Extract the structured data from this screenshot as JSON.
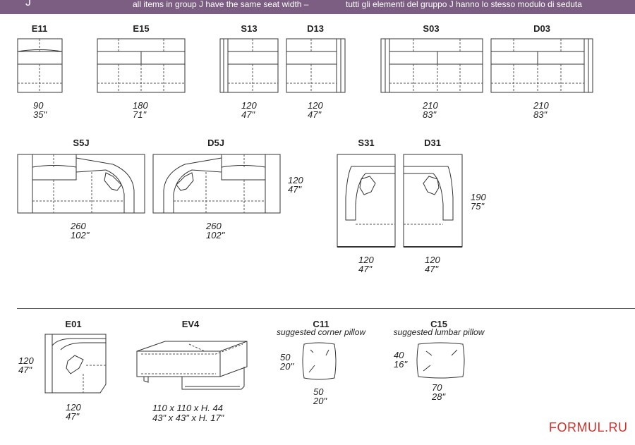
{
  "header": {
    "group_letter": "J",
    "text_en": "all items in group J have the same seat width  –",
    "text_it": "tutti gli elementi del gruppo J hanno lo stesso modulo di seduta"
  },
  "row1": {
    "E11": {
      "code": "E11",
      "dim_cm": "90",
      "dim_in": "35\""
    },
    "E15": {
      "code": "E15",
      "dim_cm": "180",
      "dim_in": "71\""
    },
    "S13": {
      "code": "S13",
      "dim_cm": "120",
      "dim_in": "47\""
    },
    "D13": {
      "code": "D13",
      "dim_cm": "120",
      "dim_in": "47\""
    },
    "S03": {
      "code": "S03",
      "dim_cm": "210",
      "dim_in": "83\""
    },
    "D03": {
      "code": "D03",
      "dim_cm": "210",
      "dim_in": "83\""
    }
  },
  "row2": {
    "S5J": {
      "code": "S5J",
      "dim_cm": "260",
      "dim_in": "102\""
    },
    "D5J": {
      "code": "D5J",
      "dim_cm": "260",
      "dim_in": "102\""
    },
    "depth_J": {
      "dim_cm": "120",
      "dim_in": "47\""
    },
    "S31": {
      "code": "S31",
      "dim_cm": "120",
      "dim_in": "47\""
    },
    "D31": {
      "code": "D31",
      "dim_cm": "120",
      "dim_in": "47\""
    },
    "depth_31": {
      "dim_cm": "190",
      "dim_in": "75\""
    }
  },
  "row3": {
    "E01": {
      "code": "E01",
      "side_cm": "120",
      "side_in": "47\"",
      "dim_cm": "120",
      "dim_in": "47\""
    },
    "EV4": {
      "code": "EV4",
      "line1": "110 x 110 x H. 44",
      "line2": "43\" x 43\" x H. 17\""
    },
    "C11": {
      "code": "C11",
      "note": "suggested corner pillow",
      "side_cm": "50",
      "side_in": "20\"",
      "dim_cm": "50",
      "dim_in": "20\""
    },
    "C15": {
      "code": "C15",
      "note": "suggested lumbar pillow",
      "side_cm": "40",
      "side_in": "16\"",
      "dim_cm": "70",
      "dim_in": "28\""
    }
  },
  "watermark": "FORMUL.RU"
}
